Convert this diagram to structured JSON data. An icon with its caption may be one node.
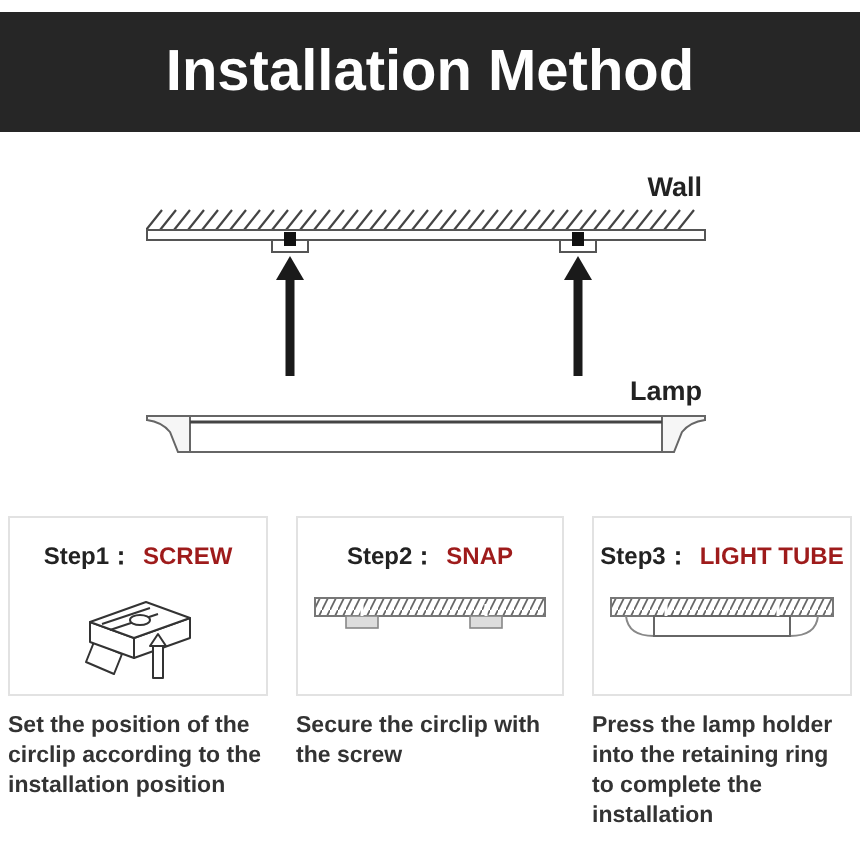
{
  "diagram": {
    "title": "Installation Method",
    "nodes": [
      {
        "text": [
          "Wall"
        ]
      },
      {
        "text": [
          "Lamp"
        ]
      },
      {
        "text": [
          "Step1：",
          "SCREW"
        ],
        "beside": [
          "Set the position of the circlip according to the installation position"
        ]
      },
      {
        "text": [
          "Step2：",
          "SNAP"
        ],
        "beside": [
          "Secure the circlip with the screw"
        ]
      },
      {
        "text": [
          "Step3：",
          "LIGHT TUBE"
        ],
        "beside": [
          "Press the lamp holder into the retaining ring to complete the installation"
        ]
      }
    ],
    "edges": [
      {
        "from": 1,
        "to": 0,
        "arrow": "to"
      },
      {
        "from": 1,
        "to": 0,
        "arrow": "to"
      }
    ]
  }
}
